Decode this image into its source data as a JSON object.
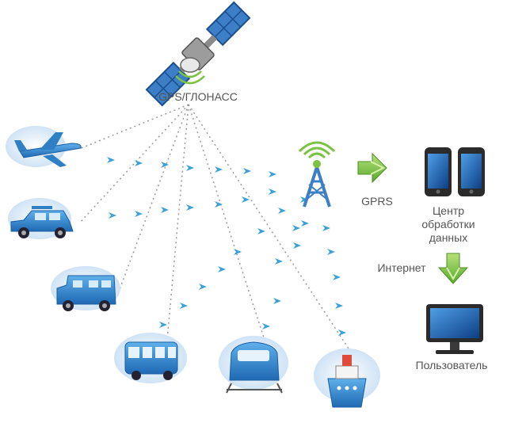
{
  "satellite": {
    "label": "GPS/ГЛОНАСС",
    "icon": "satellite-icon"
  },
  "vehicles": [
    {
      "name": "plane",
      "icon": "airplane-icon"
    },
    {
      "name": "car",
      "icon": "car-icon"
    },
    {
      "name": "camper",
      "icon": "camper-van-icon"
    },
    {
      "name": "bus",
      "icon": "bus-icon"
    },
    {
      "name": "train",
      "icon": "train-icon"
    },
    {
      "name": "ship",
      "icon": "ship-icon"
    }
  ],
  "tower": {
    "label": "GPRS",
    "icon": "radio-tower-icon"
  },
  "data_center": {
    "label": "Центр\nобработки\nданных",
    "icon": "smartphones-icon"
  },
  "internet": {
    "label": "Интернет",
    "icon": "arrow-down-icon"
  },
  "user": {
    "label": "Пользователь",
    "icon": "monitor-icon"
  },
  "colors": {
    "signal_arrow": "#3aa0d8",
    "vehicle_blue": "#2f7fc4",
    "cloud": "#dbeaf7",
    "green_arrow": "#7cc242",
    "dots": "#9a9a9a",
    "text": "#555555"
  }
}
